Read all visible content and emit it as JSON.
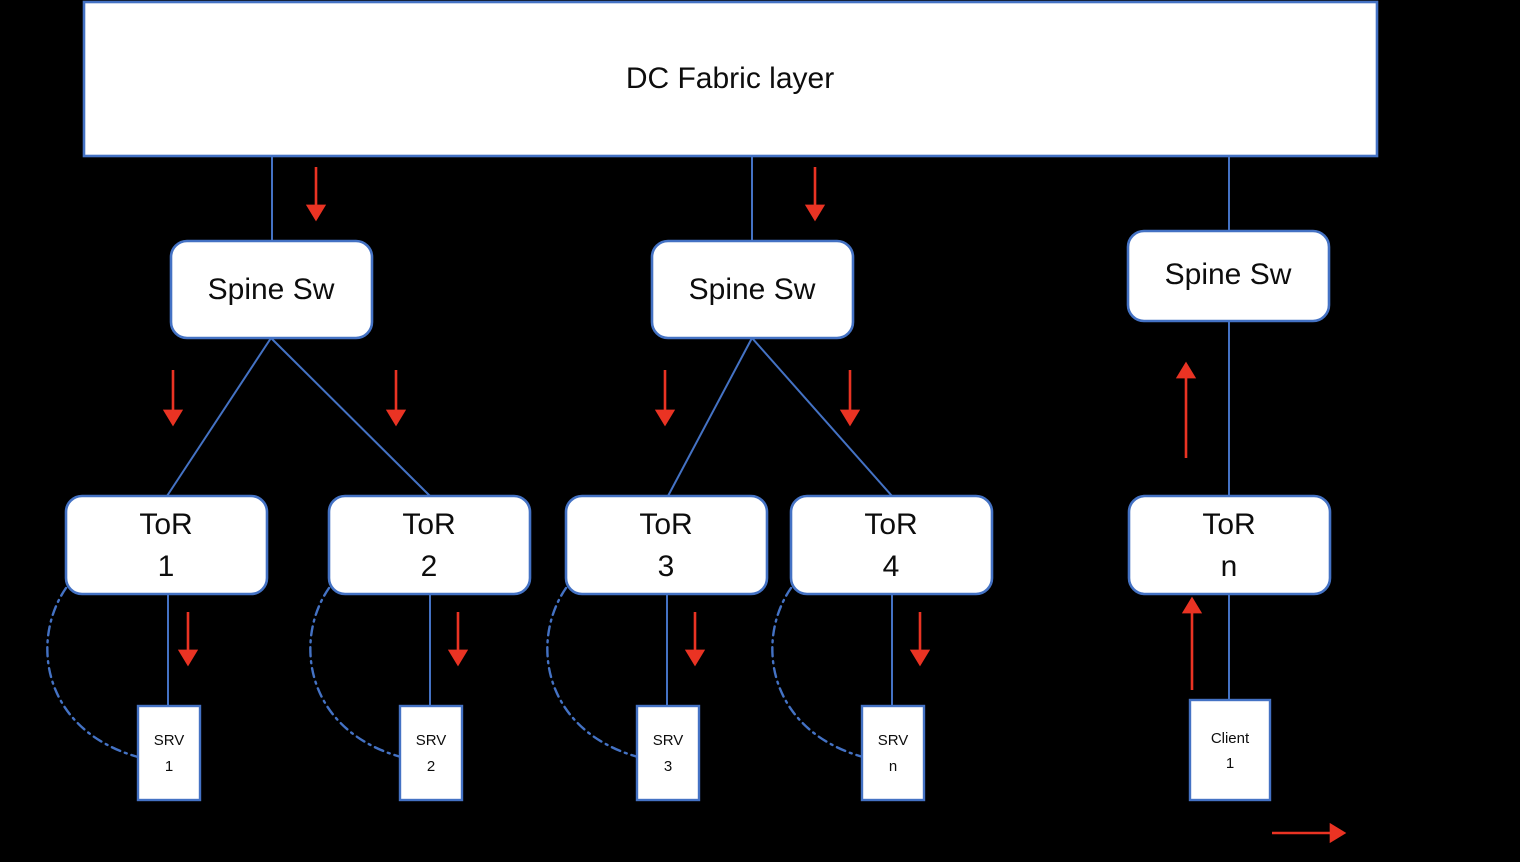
{
  "diagram": {
    "title": "DC Fabric layer",
    "background_color": "#000000",
    "box_fill": "#ffffff",
    "box_border_color": "#4472c4",
    "link_color": "#4472c4",
    "arrow_color": "#ea3323",
    "text_color": "#0d0d0d"
  },
  "fabric": {
    "label": "DC Fabric layer"
  },
  "spines": [
    {
      "label": "Spine Sw"
    },
    {
      "label": "Spine Sw"
    },
    {
      "label": "Spine Sw"
    }
  ],
  "tors": [
    {
      "line1": "ToR",
      "line2": "1"
    },
    {
      "line1": "ToR",
      "line2": "2"
    },
    {
      "line1": "ToR",
      "line2": "3"
    },
    {
      "line1": "ToR",
      "line2": "4"
    },
    {
      "line1": "ToR",
      "line2": "n"
    }
  ],
  "leaves": [
    {
      "line1": "SRV",
      "line2": "1"
    },
    {
      "line1": "SRV",
      "line2": "2"
    },
    {
      "line1": "SRV",
      "line2": "3"
    },
    {
      "line1": "SRV",
      "line2": "n"
    },
    {
      "line1": "Client",
      "line2": "1"
    }
  ]
}
